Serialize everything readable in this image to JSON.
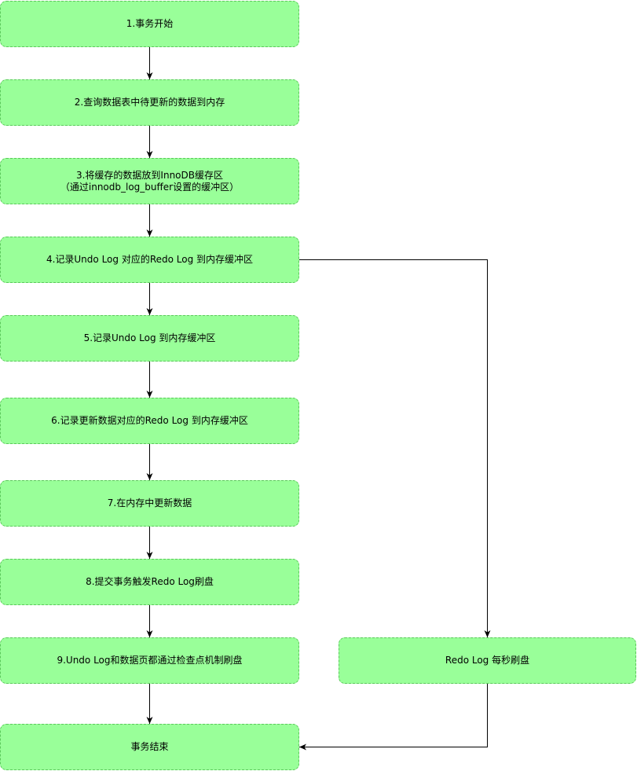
{
  "diagram": {
    "colors": {
      "node_fill": "#99ff99",
      "node_border": "#5cc85c",
      "edge": "#000000"
    },
    "nodes": {
      "n1": "1.事务开始",
      "n2": "2.查询数据表中待更新的数据到内存",
      "n3": "3.将缓存的数据放到InnoDB缓存区\n（通过innodb_log_buffer设置的缓冲区）",
      "n4": "4.记录Undo Log 对应的Redo Log 到内存缓冲区",
      "n5": "5.记录Undo Log 到内存缓冲区",
      "n6": "6.记录更新数据对应的Redo Log 到内存缓冲区",
      "n7": "7.在内存中更新数据",
      "n8": "8.提交事务触发Redo Log刷盘",
      "n9": "9.Undo Log和数据页都通过检查点机制刷盘",
      "n10": "Redo Log 每秒刷盘",
      "n11": "事务结束"
    },
    "edges": [
      {
        "from": "n1",
        "to": "n2"
      },
      {
        "from": "n2",
        "to": "n3"
      },
      {
        "from": "n3",
        "to": "n4"
      },
      {
        "from": "n4",
        "to": "n5"
      },
      {
        "from": "n5",
        "to": "n6"
      },
      {
        "from": "n6",
        "to": "n7"
      },
      {
        "from": "n7",
        "to": "n8"
      },
      {
        "from": "n8",
        "to": "n9"
      },
      {
        "from": "n9",
        "to": "n11"
      },
      {
        "from": "n4",
        "to": "n10"
      },
      {
        "from": "n10",
        "to": "n11"
      }
    ]
  }
}
